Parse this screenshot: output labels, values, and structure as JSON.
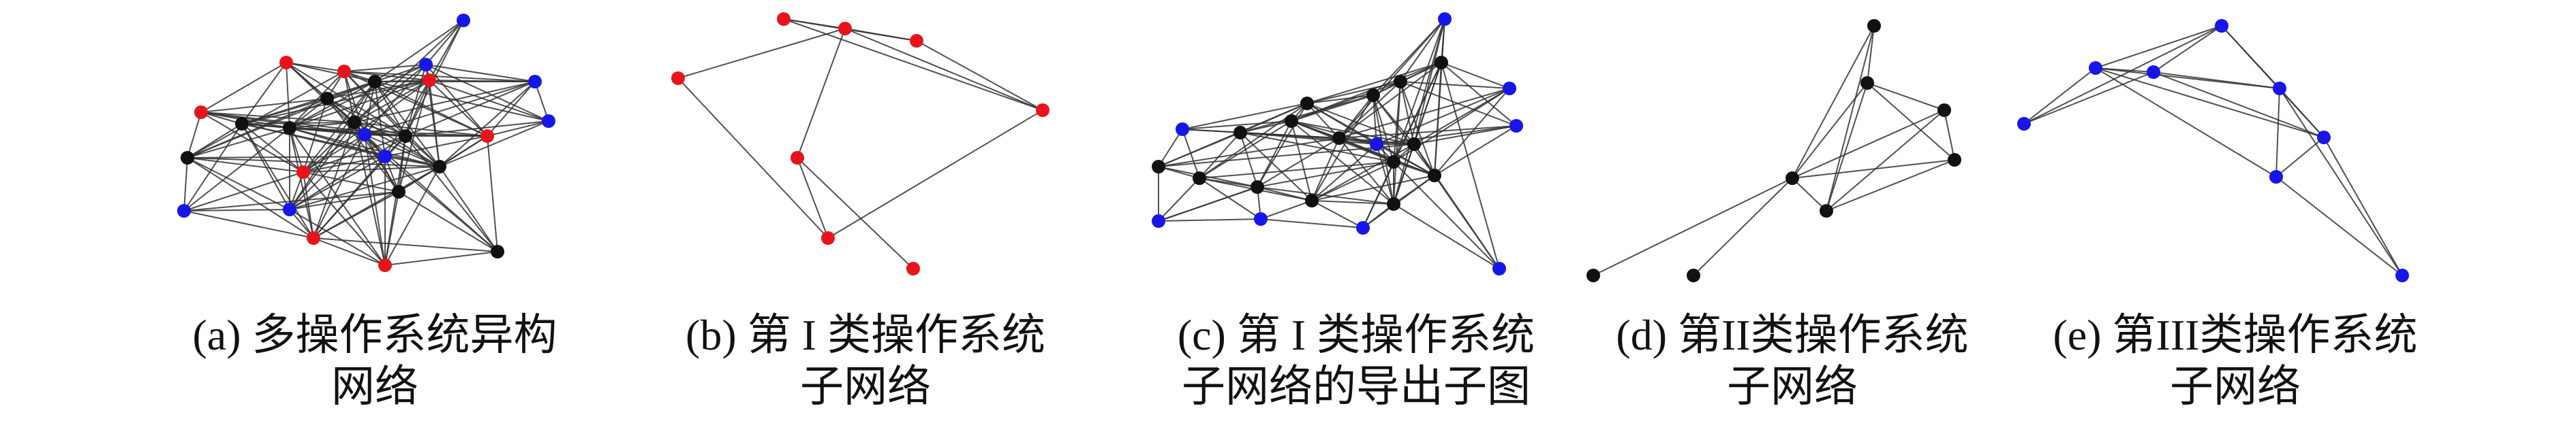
{
  "colors": {
    "red": "#e8141c",
    "black": "#111111",
    "blue": "#1616e8",
    "edge": "#333333"
  },
  "panels": [
    {
      "id": "a",
      "caption_line1": "(a) 多操作系统异构",
      "caption_line2": "网络"
    },
    {
      "id": "b",
      "caption_line1": "(b) 第 I 类操作系统",
      "caption_line2": "子网络"
    },
    {
      "id": "c",
      "caption_line1": "(c) 第 I 类操作系统",
      "caption_line2": "子网络的导出子图"
    },
    {
      "id": "d",
      "caption_line1": "(d) 第II类操作系统",
      "caption_line2": "子网络"
    },
    {
      "id": "e",
      "caption_line1": "(e) 第III类操作系统",
      "caption_line2": "子网络"
    }
  ]
}
